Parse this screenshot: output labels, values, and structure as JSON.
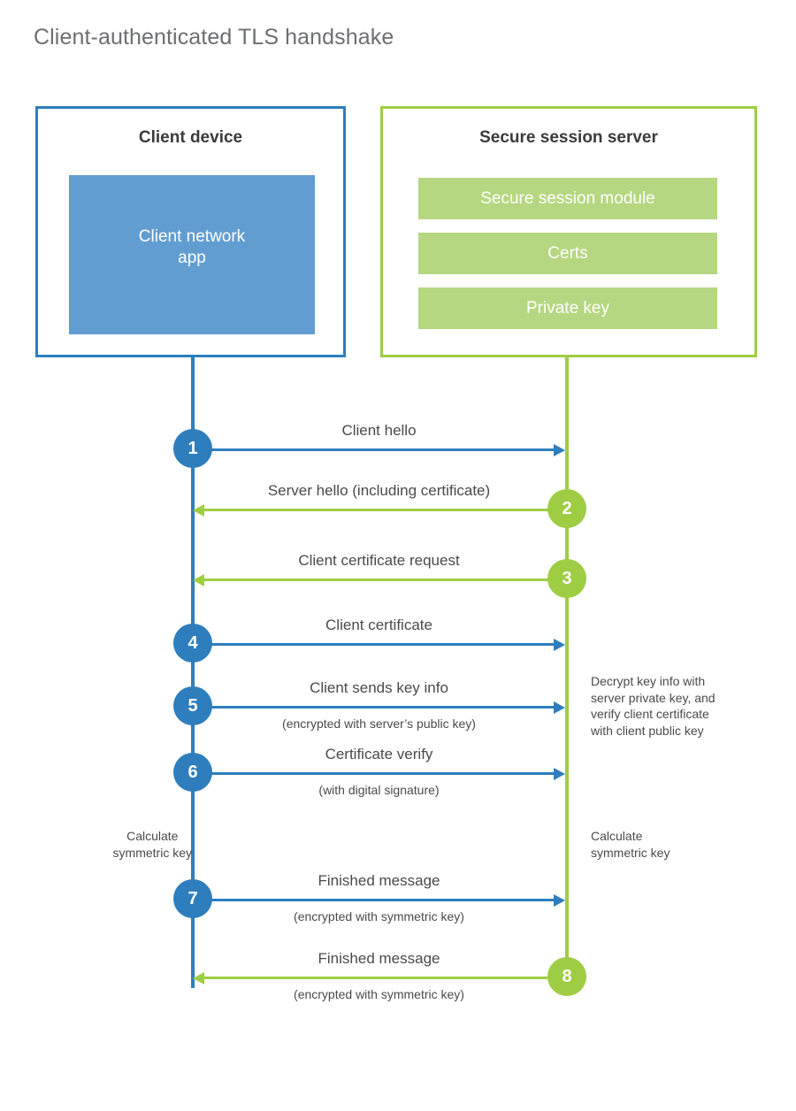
{
  "title": "Client-authenticated TLS handshake",
  "colors": {
    "client_blue": "#2e7ebd",
    "client_app_fill": "#629dd1",
    "server_green": "#9ecd44",
    "server_block_fill": "#b5d781",
    "text_gray": "#4a4a4a",
    "title_gray": "#6d6e71"
  },
  "actors": {
    "client": {
      "title": "Client device",
      "blocks": [
        {
          "label": "Client network\napp"
        }
      ]
    },
    "server": {
      "title": "Secure session server",
      "blocks": [
        {
          "label": "Secure session module"
        },
        {
          "label": "Certs"
        },
        {
          "label": "Private key"
        }
      ]
    }
  },
  "steps": [
    {
      "number": "1",
      "label": "Client hello",
      "sublabel": "",
      "direction": "client-to-server",
      "color": "blue"
    },
    {
      "number": "2",
      "label": "Server hello (including certificate)",
      "sublabel": "",
      "direction": "server-to-client",
      "color": "green"
    },
    {
      "number": "3",
      "label": "Client certificate request",
      "sublabel": "",
      "direction": "server-to-client",
      "color": "green"
    },
    {
      "number": "4",
      "label": "Client certificate",
      "sublabel": "",
      "direction": "client-to-server",
      "color": "blue"
    },
    {
      "number": "5",
      "label": "Client sends key info",
      "sublabel": "(encrypted with server’s public key)",
      "direction": "client-to-server",
      "color": "blue"
    },
    {
      "number": "6",
      "label": "Certificate verify",
      "sublabel": "(with digital signature)",
      "direction": "client-to-server",
      "color": "blue"
    },
    {
      "number": "7",
      "label": "Finished message",
      "sublabel": "(encrypted with symmetric key)",
      "direction": "client-to-server",
      "color": "blue"
    },
    {
      "number": "8",
      "label": "Finished message",
      "sublabel": "(encrypted with symmetric key)",
      "direction": "server-to-client",
      "color": "green"
    }
  ],
  "notes": {
    "server_decrypt": "Decrypt key info with\nserver private key, and\nverify client certificate\nwith client public key",
    "client_calculate": "Calculate\nsymmetric key",
    "server_calculate": "Calculate\nsymmetric key"
  }
}
